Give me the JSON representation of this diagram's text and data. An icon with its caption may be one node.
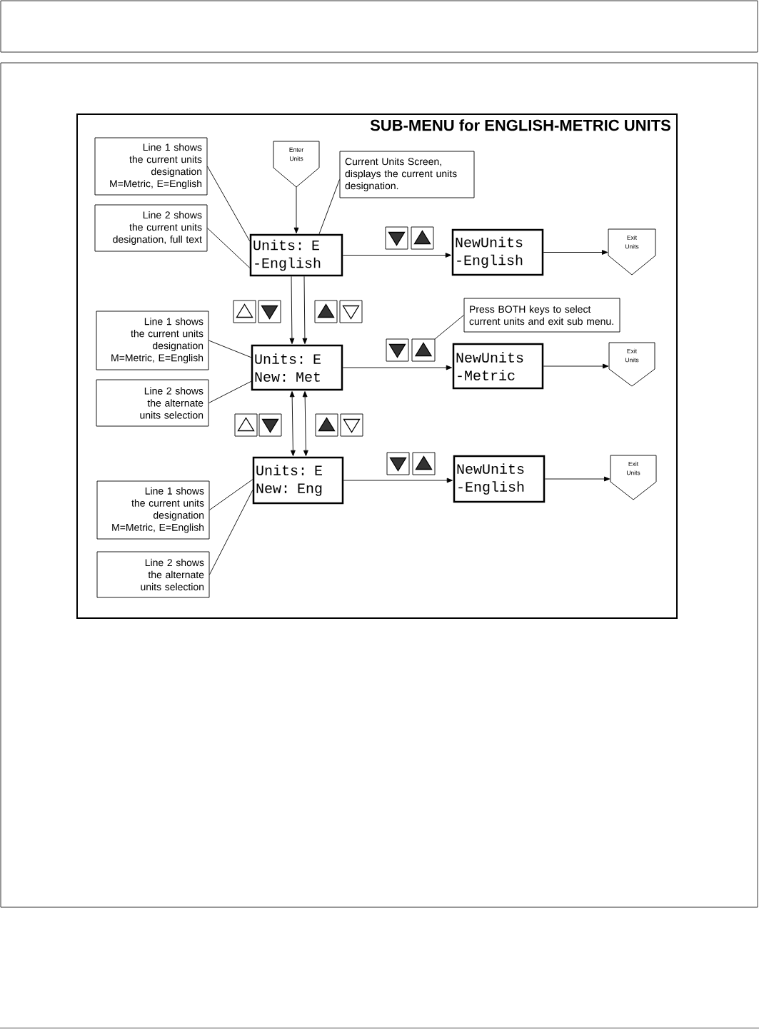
{
  "diagram": {
    "title": "SUB-MENU for ENGLISH-METRIC UNITS",
    "nodes": [
      {
        "text": [
          "Enter Units"
        ]
      },
      {
        "text": [
          "Line 1 shows the current units designation M=Metric, E=English"
        ]
      },
      {
        "text": [
          "Line 2 shows the current units designation, full text"
        ]
      },
      {
        "text": [
          "Current Units Screen, displays the current units designation."
        ]
      },
      {
        "text": [
          "Units: E",
          "-English"
        ]
      },
      {
        "text": [
          "NewUnits",
          "-English"
        ]
      },
      {
        "text": [
          "Exit Units"
        ]
      },
      {
        "text": [
          "Line 1 shows the current units designation M=Metric, E=English"
        ]
      },
      {
        "text": [
          "Line 2 shows the alternate units selection"
        ]
      },
      {
        "text": [
          "Units: E",
          "New: Met"
        ]
      },
      {
        "text": [
          "Press BOTH keys to select current units and exit sub menu."
        ]
      },
      {
        "text": [
          "NewUnits",
          "-Metric"
        ]
      },
      {
        "text": [
          "Exit Units"
        ]
      },
      {
        "text": [
          "Units: E",
          "New: Eng"
        ]
      },
      {
        "text": [
          "Line 1 shows the current units designation M=Metric, E=English"
        ]
      },
      {
        "text": [
          "Line 2 shows the alternate units selection"
        ]
      },
      {
        "text": [
          "NewUnits",
          "-English"
        ]
      },
      {
        "text": [
          "Exit Units"
        ]
      },
      {
        "text": [],
        "shape": "box"
      }
    ],
    "edges": [
      {
        "from": 0,
        "to": 4,
        "arrow": "to"
      },
      {
        "from": 1,
        "to": 4,
        "arrow": "none"
      },
      {
        "from": 2,
        "to": 4,
        "arrow": "none"
      },
      {
        "from": 3,
        "to": 4,
        "arrow": "none"
      },
      {
        "from": 4,
        "to": 5,
        "arrow": "to"
      },
      {
        "from": 5,
        "to": 6,
        "arrow": "to"
      },
      {
        "from": 4,
        "to": 9,
        "arrow": "to"
      },
      {
        "from": 4,
        "to": 9,
        "arrow": "to"
      },
      {
        "from": 7,
        "to": 9,
        "arrow": "none"
      },
      {
        "from": 8,
        "to": 9,
        "arrow": "none"
      },
      {
        "from": 9,
        "to": 11,
        "arrow": "to"
      },
      {
        "from": 11,
        "to": 12,
        "arrow": "to"
      },
      {
        "from": 10,
        "to": 18,
        "arrow": "none"
      },
      {
        "from": 9,
        "to": 13,
        "arrow": "both"
      },
      {
        "from": 9,
        "to": 13,
        "arrow": "both"
      },
      {
        "from": 13,
        "to": 16,
        "arrow": "to"
      },
      {
        "from": 16,
        "to": 17,
        "arrow": "to"
      },
      {
        "from": 14,
        "to": 13,
        "arrow": "none"
      },
      {
        "from": 15,
        "to": 13,
        "arrow": "none"
      }
    ]
  }
}
